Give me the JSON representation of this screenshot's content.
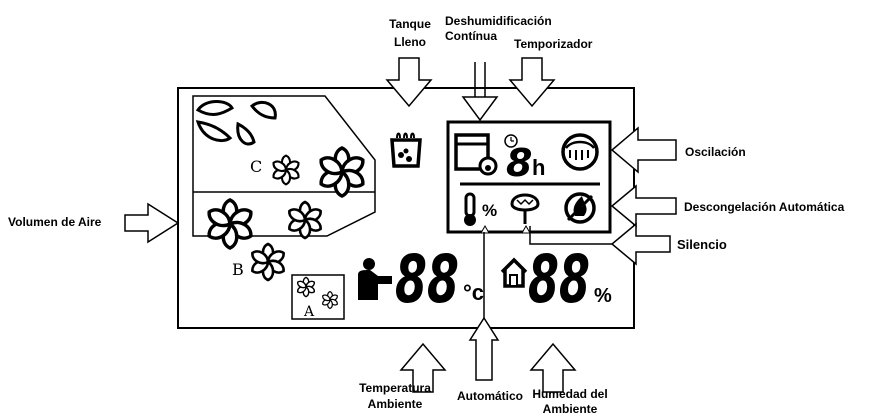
{
  "labels": {
    "tanque_line1": "Tanque",
    "tanque_line2": "Lleno",
    "deshum_line1": "Deshumidificación",
    "deshum_line2": "Contínua",
    "temporizador": "Temporizador",
    "oscilacion": "Oscilación",
    "descongelacion": "Descongelación Automática",
    "silencio": "Silencio",
    "volumen": "Volumen de Aire",
    "temp_line1": "Temperatura",
    "temp_line2": "Ambiente",
    "automatico": "Automático",
    "humedad_line1": "Humedad del",
    "humedad_line2": "Ambiente"
  },
  "display": {
    "fan_c": "C",
    "fan_b": "B",
    "fan_a": "A",
    "timer_digit": "8",
    "timer_unit": "h",
    "hum_small_unit": "%",
    "temp_digits": "88",
    "temp_unit": "°c",
    "humidity_digits": "88",
    "humidity_unit": "%"
  }
}
